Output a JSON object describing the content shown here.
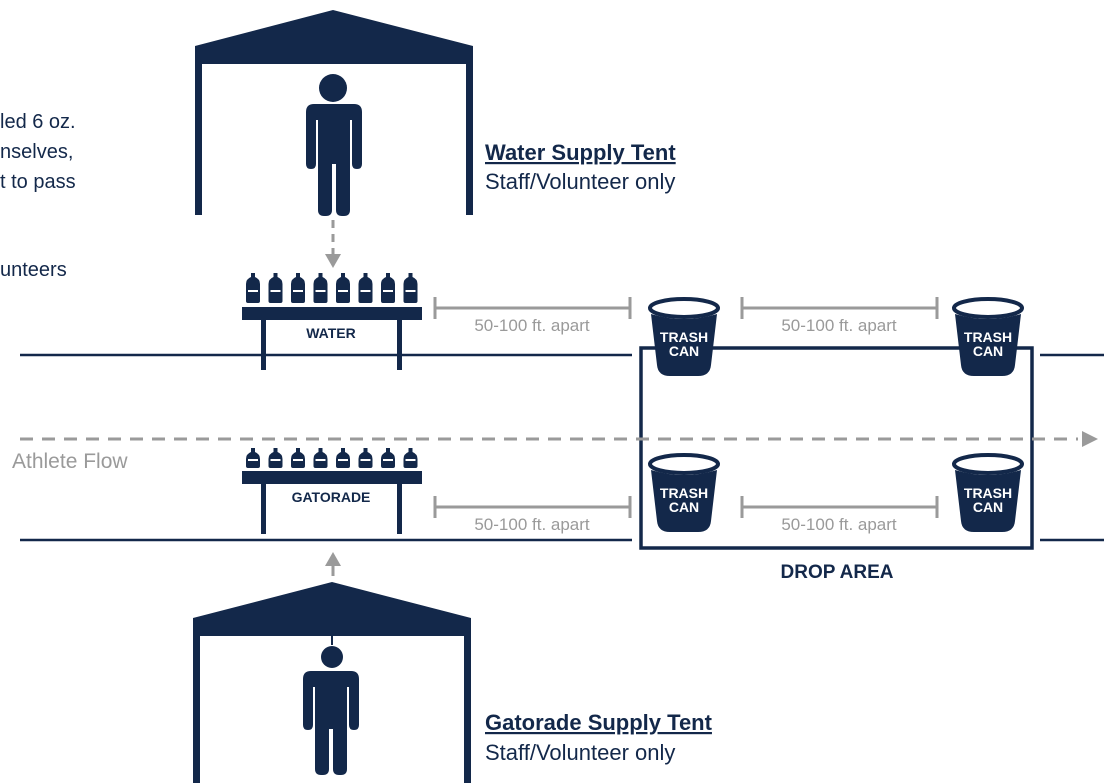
{
  "intro_text": {
    "line1": "led 6 oz.",
    "line2": "nselves,",
    "line3": "t to pass",
    "line4": "unteers"
  },
  "water_tent": {
    "title": "Water Supply Tent",
    "subtitle": "Staff/Volunteer only"
  },
  "gatorade_tent": {
    "title": "Gatorade Supply Tent",
    "subtitle": "Staff/Volunteer only"
  },
  "tables": {
    "water_label": "WATER",
    "gatorade_label": "GATORADE"
  },
  "distances": {
    "top_left": "50-100 ft. apart",
    "top_right": "50-100 ft. apart",
    "bottom_left": "50-100 ft. apart",
    "bottom_right": "50-100 ft. apart"
  },
  "trash_cans": [
    {
      "line1": "TRASH",
      "line2": "CAN"
    },
    {
      "line1": "TRASH",
      "line2": "CAN"
    },
    {
      "line1": "TRASH",
      "line2": "CAN"
    },
    {
      "line1": "TRASH",
      "line2": "CAN"
    }
  ],
  "drop_area_label": "DROP AREA",
  "athlete_flow_label": "Athlete Flow",
  "colors": {
    "navy": "#13284a",
    "gray": "#9a9a9a"
  }
}
